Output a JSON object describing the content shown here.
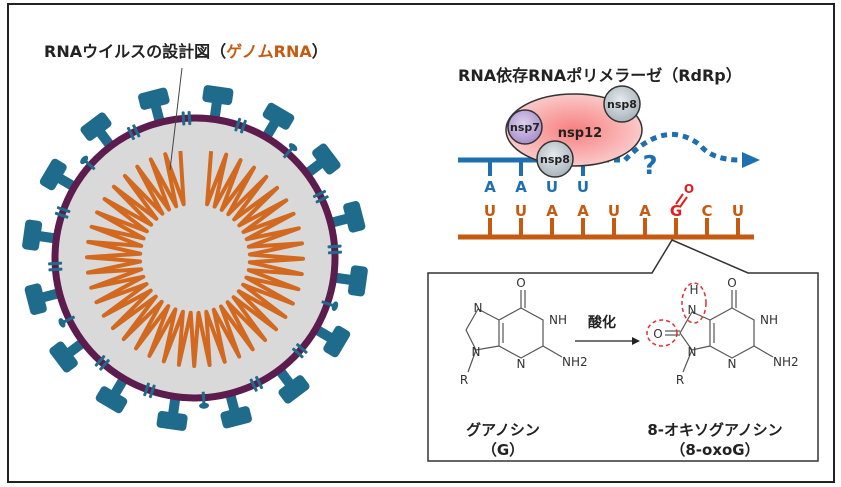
{
  "virus": {
    "title_prefix": "RNAウイルスの設計図（",
    "title_highlight": "ゲノムRNA",
    "title_suffix": "）",
    "colors": {
      "spike": "#1f6b8c",
      "membrane": "#5c1c4e",
      "interior": "#d9d9d9",
      "genome": "#d2691e"
    }
  },
  "rdrp": {
    "title": "RNA依存RNAポリメラーゼ（RdRp）",
    "proteins": [
      {
        "name": "nsp12",
        "color": "#f4a0a0"
      },
      {
        "name": "nsp7",
        "color": "#c9b3e0"
      },
      {
        "name": "nsp8",
        "color": "#c8d0d6"
      },
      {
        "name": "nsp8",
        "color": "#c8d0d6"
      }
    ],
    "unknown_mark": "?",
    "nascent_strand": [
      "A",
      "A",
      "U",
      "U"
    ],
    "template_strand": [
      "U",
      "U",
      "A",
      "A",
      "U",
      "A",
      "G",
      "C",
      "U"
    ],
    "oxidized_index": 6,
    "oxidized_modifier": "O",
    "colors": {
      "nascent": "#1f6fb0",
      "template": "#c55a11",
      "oxidized": "#e02020"
    }
  },
  "reaction": {
    "arrow_label": "酸化",
    "reactant": {
      "name": "グアノシン",
      "abbr": "（G）",
      "atoms": [
        "O",
        "N",
        "NH",
        "N",
        "N",
        "NH2",
        "R"
      ]
    },
    "product": {
      "name": "8-オキソグアノシン",
      "abbr": "（8-oxoG）",
      "atoms": [
        "O",
        "H",
        "N",
        "NH",
        "O",
        "N",
        "N",
        "NH2",
        "R"
      ]
    }
  }
}
